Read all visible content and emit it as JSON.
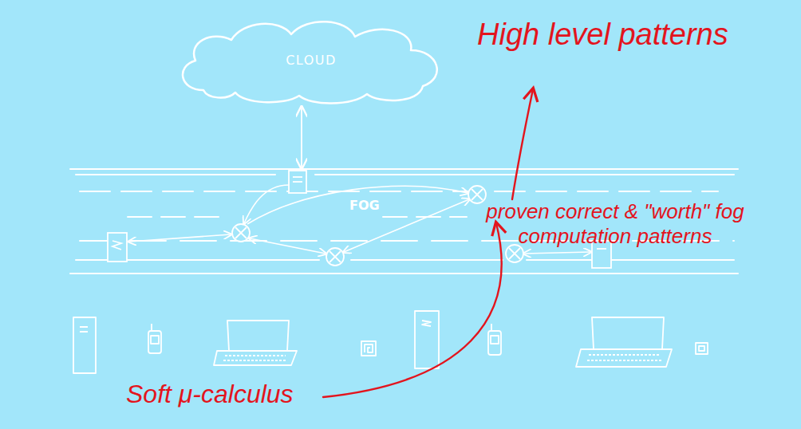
{
  "diagram": {
    "nodes": [
      {
        "text": [
          "CLOUD"
        ]
      },
      {
        "text": [
          "FOG"
        ]
      }
    ],
    "edges": [
      {
        "from": 0,
        "to": 1,
        "arrow": "both"
      }
    ],
    "labels": [
      "High level patterns",
      "proven correct & \"worth\" fog computation patterns",
      "Soft μ-calculus"
    ]
  }
}
